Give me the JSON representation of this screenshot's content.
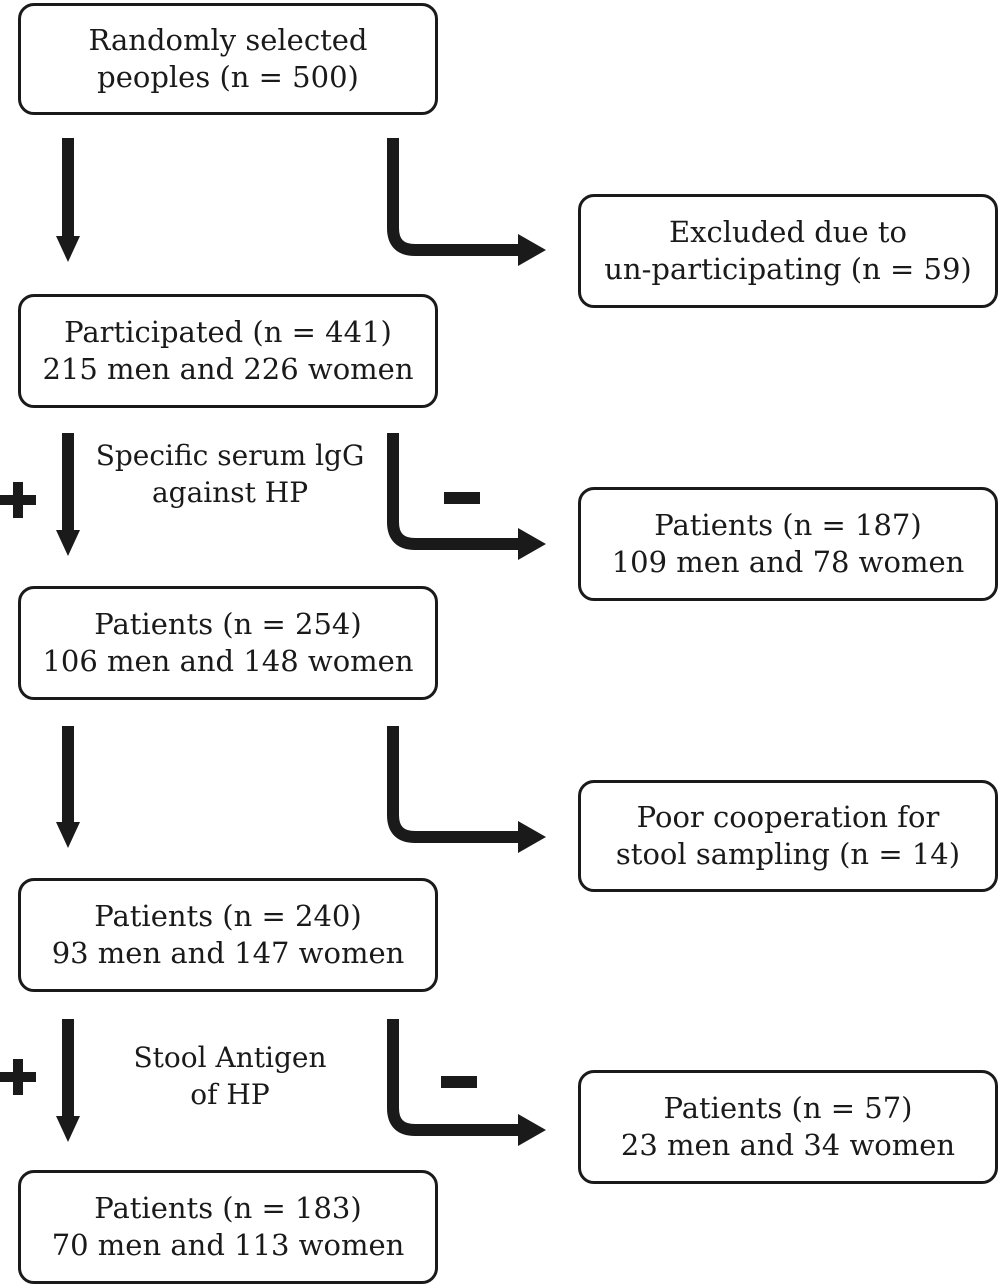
{
  "boxes": {
    "random": {
      "line1": "Randomly selected",
      "line2": "peoples (n = 500)"
    },
    "excluded": {
      "line1": "Excluded due to",
      "line2": "un-participating (n = 59)"
    },
    "participated": {
      "line1": "Participated (n = 441)",
      "line2": "215 men and 226 women"
    },
    "igg_negative": {
      "line1": "Patients (n = 187)",
      "line2": "109 men and 78 women"
    },
    "igg_positive": {
      "line1": "Patients (n = 254)",
      "line2": "106 men and 148 women"
    },
    "poor_cooperation": {
      "line1": "Poor cooperation for",
      "line2": "stool sampling (n = 14)"
    },
    "stool_tested": {
      "line1": "Patients (n = 240)",
      "line2": "93 men and 147 women"
    },
    "stool_negative": {
      "line1": "Patients (n = 57)",
      "line2": "23 men and 34 women"
    },
    "final": {
      "line1": "Patients (n = 183)",
      "line2": "70 men and 113 women"
    }
  },
  "tests": {
    "serum": {
      "line1": "Specific serum lgG",
      "line2": "against HP"
    },
    "stool": {
      "line1": "Stool Antigen",
      "line2": "of HP"
    }
  },
  "signs": {
    "plus": "+",
    "minus": "-"
  }
}
